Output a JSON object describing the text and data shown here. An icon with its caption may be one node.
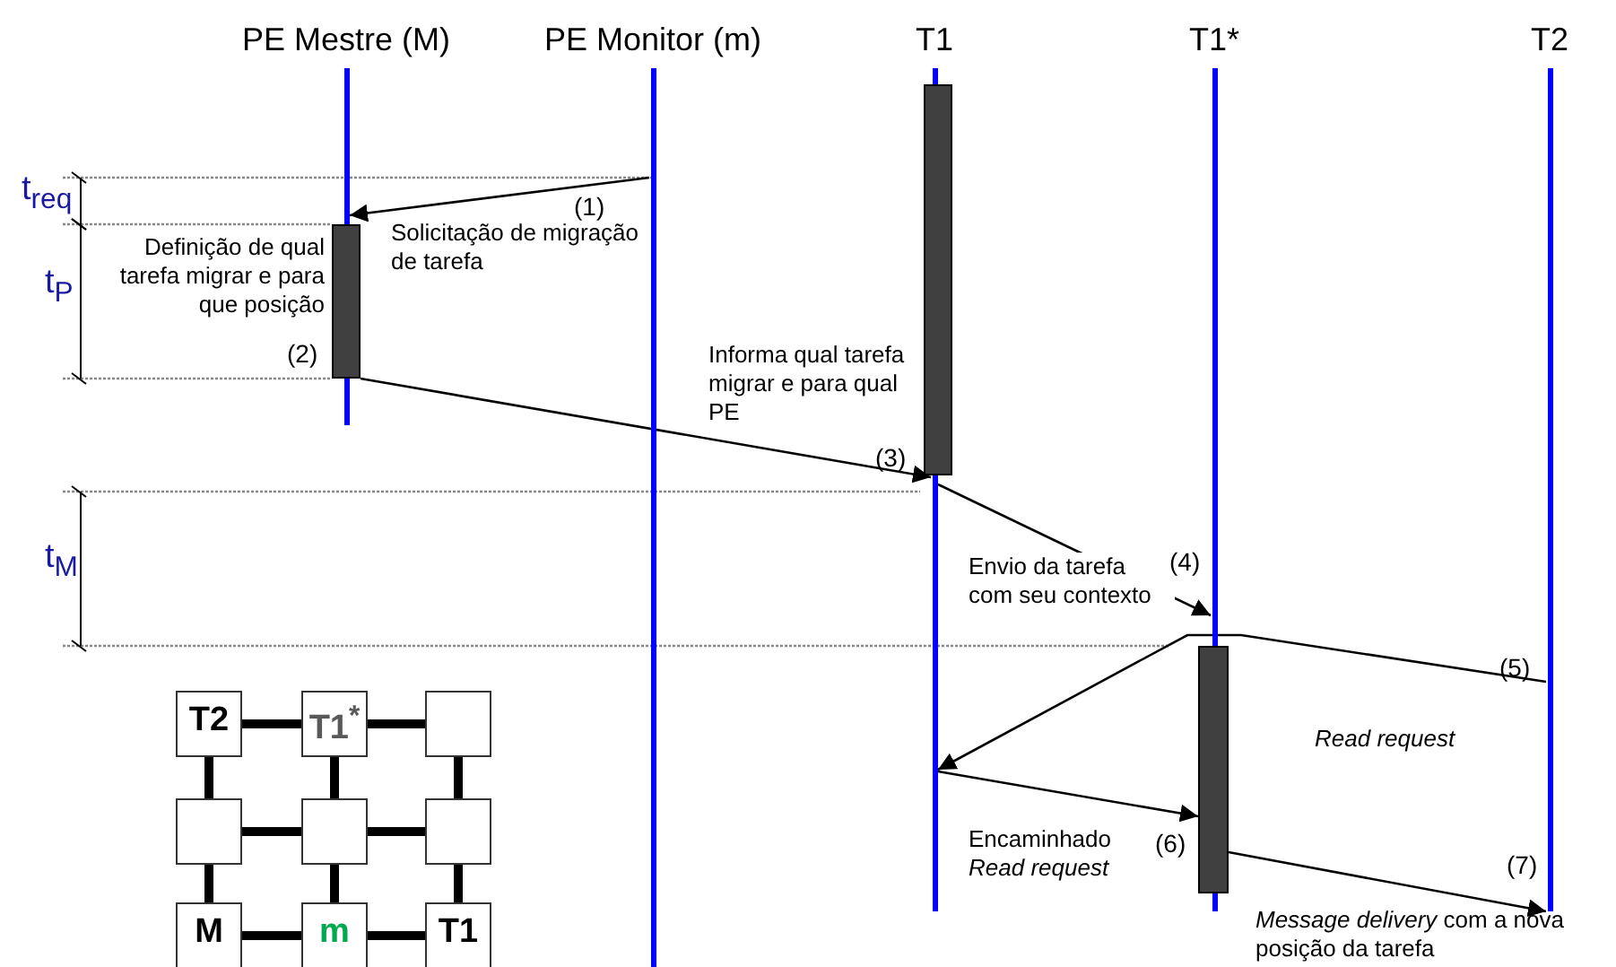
{
  "diagram": {
    "nodes": [
      {
        "text": [
          "PE Mestre (M)"
        ]
      },
      {
        "text": [
          "PE Monitor (m)"
        ]
      },
      {
        "text": [
          "T1"
        ]
      },
      {
        "text": [
          "T1*"
        ]
      },
      {
        "text": [
          "T2"
        ]
      },
      {
        "text": [],
        "shape": "bar",
        "beside": [
          "Definição de qual tarefa migrar e para que posição"
        ]
      },
      {
        "text": [],
        "shape": "bar"
      },
      {
        "text": [],
        "shape": "bar"
      },
      {
        "text": [
          "T2"
        ]
      },
      {
        "text": [
          "T1$^{*}$"
        ]
      },
      {
        "text": [],
        "shape": "box"
      },
      {
        "text": [],
        "shape": "box"
      },
      {
        "text": [],
        "shape": "box"
      },
      {
        "text": [],
        "shape": "box"
      },
      {
        "text": [
          "M"
        ]
      },
      {
        "text": [
          "m"
        ]
      },
      {
        "text": [
          "T1"
        ]
      }
    ],
    "edges": [
      {
        "from": 1,
        "to": 0,
        "arrow": "to",
        "label": "Solicitação de migração de tarefa"
      },
      {
        "from": 5,
        "to": 2,
        "arrow": "to",
        "label": "Informa qual tarefa migrar e para qual PE"
      },
      {
        "from": 2,
        "to": 3,
        "arrow": "to",
        "label": "Envio da tarefa com seu contexto"
      },
      {
        "from": 4,
        "to": 2,
        "arrow": "to",
        "label": "Read request"
      },
      {
        "from": 2,
        "to": 7,
        "arrow": "to",
        "label": "Encaminhado *Read request*"
      },
      {
        "from": 7,
        "to": 4,
        "arrow": "to",
        "label": "*Message delivery* com a nova posição da tarefa"
      },
      {
        "from": 8,
        "to": 9,
        "arrow": "none"
      },
      {
        "from": 9,
        "to": 10,
        "arrow": "none"
      },
      {
        "from": 11,
        "to": 12,
        "arrow": "none"
      },
      {
        "from": 12,
        "to": 13,
        "arrow": "none"
      },
      {
        "from": 14,
        "to": 15,
        "arrow": "none"
      },
      {
        "from": 15,
        "to": 16,
        "arrow": "none"
      },
      {
        "from": 8,
        "to": 11,
        "arrow": "none"
      },
      {
        "from": 9,
        "to": 12,
        "arrow": "none"
      },
      {
        "from": 10,
        "to": 13,
        "arrow": "none"
      },
      {
        "from": 11,
        "to": 14,
        "arrow": "none"
      },
      {
        "from": 12,
        "to": 15,
        "arrow": "none"
      },
      {
        "from": 13,
        "to": 16,
        "arrow": "none"
      }
    ],
    "labels": [
      "t$_{req}$",
      "(1)",
      "t$_{P}$",
      "(2)",
      "(3)",
      "t$_{M}$",
      "(4)",
      "(5)",
      "(6)",
      "(7)"
    ]
  }
}
